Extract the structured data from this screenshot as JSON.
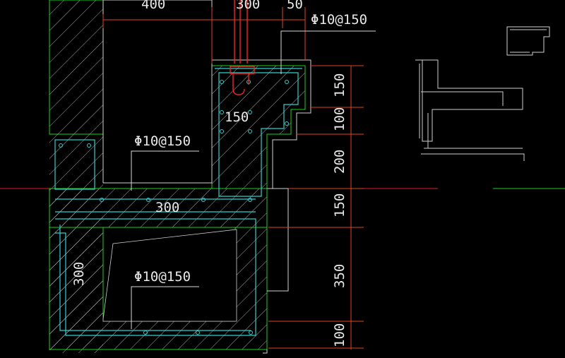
{
  "drawing": {
    "colors": {
      "background": "#000000",
      "concrete_outline": "#19d219",
      "rebar": "#2fd0d0",
      "dimension": "#e0421e",
      "section_line": "#e6172b",
      "text": "#e8e8e8",
      "leader": "#d8d8d8",
      "detail_line": "#cfcfcf",
      "highlight_bar": "#ff2020"
    },
    "dimensions_top": [
      "400",
      "300",
      "50"
    ],
    "dimensions_right": [
      "150",
      "100",
      "200",
      "150",
      "350",
      "100"
    ],
    "rebar_labels": [
      "Φ10@150",
      "Φ10@150",
      "Φ10@150"
    ],
    "inner_labels": [
      "150",
      "300",
      "300"
    ]
  }
}
